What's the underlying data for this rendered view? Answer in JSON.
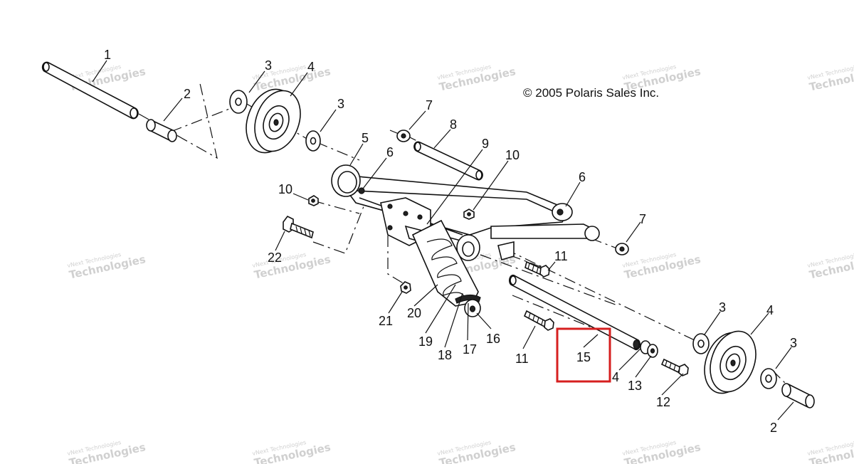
{
  "copyright": "© 2005 Polaris Sales Inc.",
  "watermark": {
    "line1": "vNext Technologies",
    "line2": "Technologies",
    "color": "#b8b8b8"
  },
  "highlight": {
    "label": "15",
    "color": "#d61f1f"
  },
  "callouts": {
    "c1": "1",
    "c2a": "2",
    "c2b": "2",
    "c3a": "3",
    "c3b": "3",
    "c3c": "3",
    "c3d": "3",
    "c4a": "4",
    "c4b": "4",
    "c4c": "4",
    "c5": "5",
    "c6a": "6",
    "c6b": "6",
    "c7a": "7",
    "c7b": "7",
    "c8": "8",
    "c9": "9",
    "c10a": "10",
    "c10b": "10",
    "c11a": "11",
    "c11b": "11",
    "c12": "12",
    "c13": "13",
    "c16": "16",
    "c17": "17",
    "c18": "18",
    "c19": "19",
    "c20": "20",
    "c21": "21",
    "c22": "22"
  }
}
